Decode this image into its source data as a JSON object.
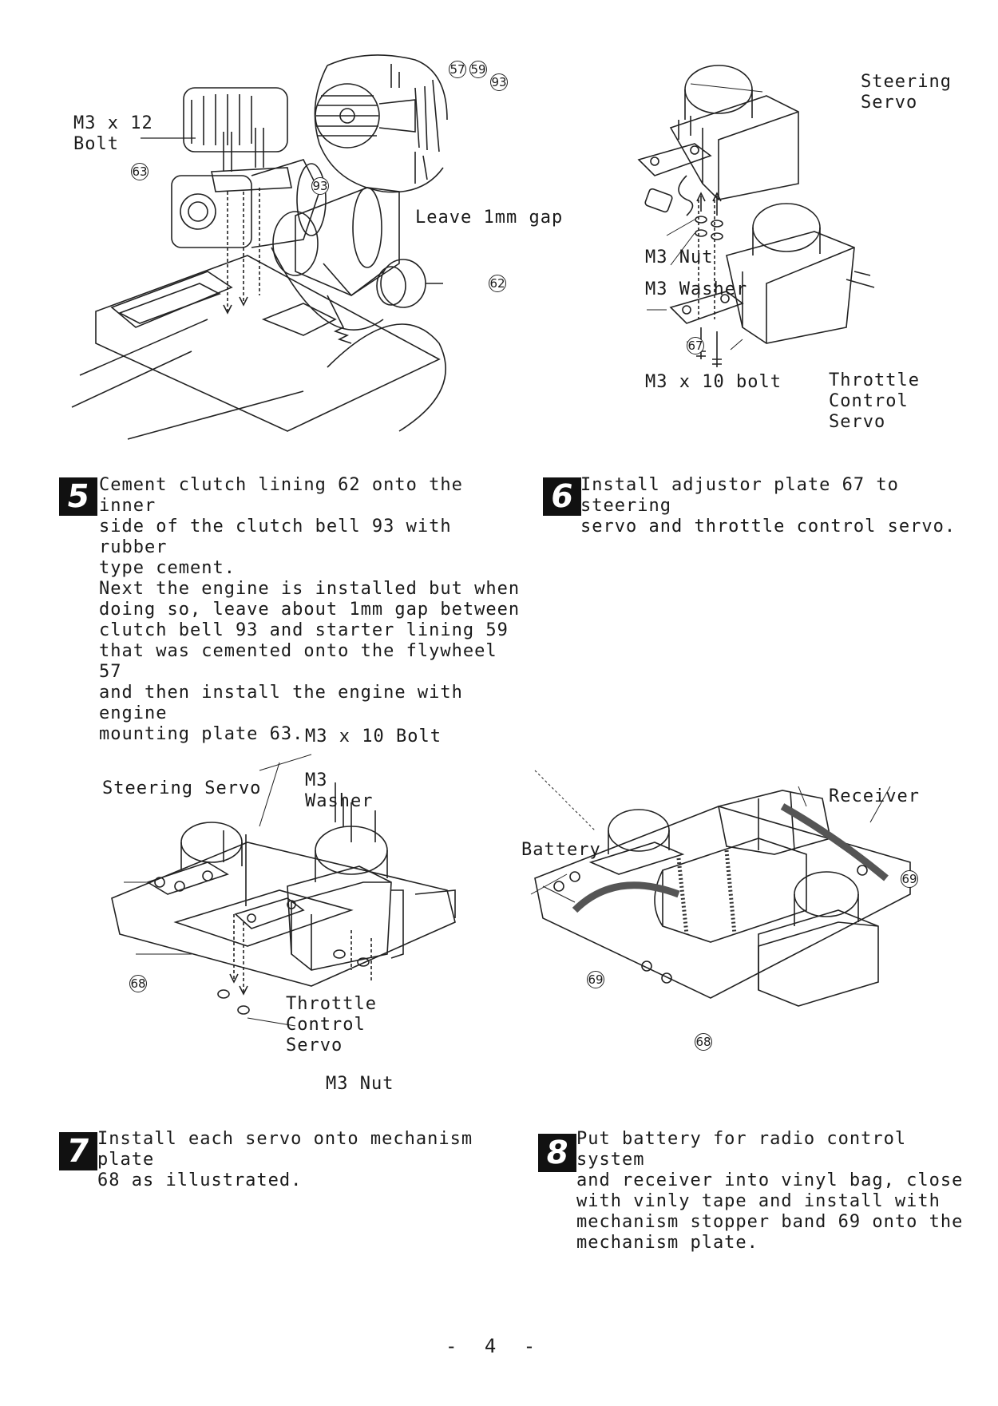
{
  "fig5": {
    "label_bolt": "M3 x 12\nBolt",
    "label_gap": "Leave 1mm gap",
    "callouts": [
      "57",
      "59",
      "93",
      "63",
      "93",
      "62"
    ]
  },
  "fig6": {
    "label_steering": "Steering\nServo",
    "label_nut": "M3 Nut",
    "label_washer": "M3 Washer",
    "label_bolt": "M3 x 10 bolt",
    "label_throttle": "Throttle\nControl\nServo",
    "callouts": [
      "67"
    ]
  },
  "step5": {
    "number": "5",
    "text": "Cement clutch lining 62 onto the inner\nside of the clutch bell 93 with rubber\ntype cement.\nNext the engine is installed but when\ndoing so, leave about 1mm gap between\nclutch bell 93 and starter lining 59\nthat was cemented onto the flywheel 57\nand then install the engine with engine\nmounting plate 63."
  },
  "step6": {
    "number": "6",
    "text": "Install adjustor plate 67 to steering\nservo and throttle control servo."
  },
  "fig7": {
    "label_bolt": "M3 x 10 Bolt",
    "label_steering": "Steering Servo",
    "label_washer": "M3\nWasher",
    "label_throttle": "Throttle\nControl\nServo",
    "label_nut": "M3 Nut",
    "callouts": [
      "68"
    ]
  },
  "fig8": {
    "label_receiver": "Receiver",
    "label_battery": "Battery",
    "callouts": [
      "69",
      "69",
      "68"
    ]
  },
  "step7": {
    "number": "7",
    "text": "Install each servo onto mechanism plate\n68 as illustrated."
  },
  "step8": {
    "number": "8",
    "text": "Put battery for radio control system\nand receiver into vinyl bag, close\nwith vinly tape and install with\nmechanism stopper band 69 onto the\nmechanism plate."
  },
  "footer": {
    "page_number": "- 4 -"
  }
}
